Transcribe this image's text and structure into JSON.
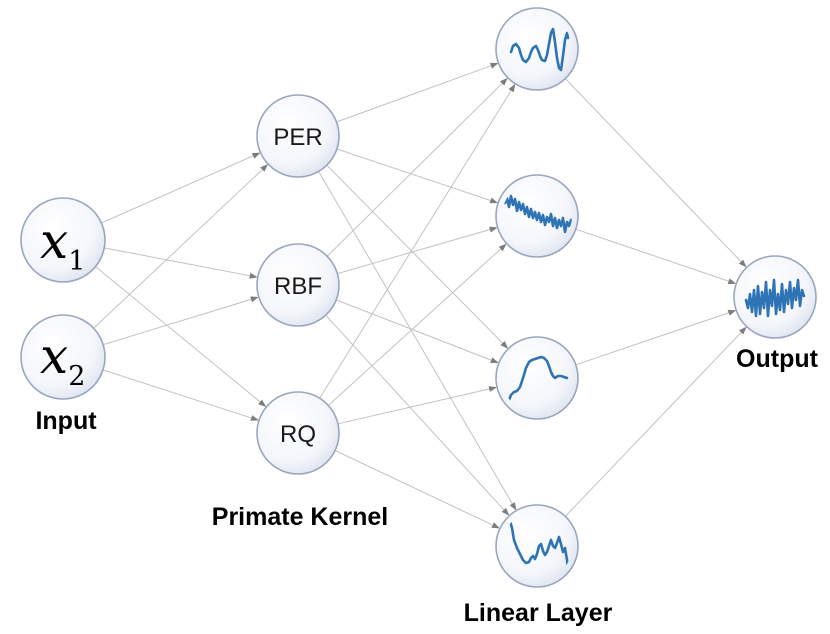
{
  "inputs": [
    {
      "variable": "x",
      "subscript": "1"
    },
    {
      "variable": "x",
      "subscript": "2"
    }
  ],
  "kernels": [
    {
      "label": "PER"
    },
    {
      "label": "RBF"
    },
    {
      "label": "RQ"
    }
  ],
  "linear_layer_nodes": [
    {
      "icon": "oscillating-wave-icon"
    },
    {
      "icon": "noisy-declining-wave-icon"
    },
    {
      "icon": "rising-plateau-wave-icon"
    },
    {
      "icon": "dip-and-spike-wave-icon"
    }
  ],
  "output_node": {
    "icon": "high-frequency-wave-icon"
  },
  "labels": {
    "input": "Input",
    "kernel_layer": "Primate Kernel",
    "linear_layer": "Linear Layer",
    "output": "Output"
  },
  "colors": {
    "wave": "#2e74b5",
    "node_border": "#9aa6bf",
    "edge": "#c2c2c2"
  }
}
